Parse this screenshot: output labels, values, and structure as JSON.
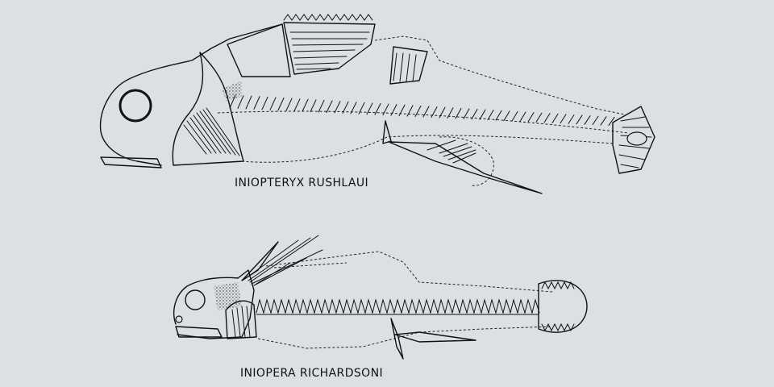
{
  "figure": {
    "species": [
      {
        "id": "upper",
        "label": "INIOPTERYX RUSHLAUI"
      },
      {
        "id": "lower",
        "label": "INIOPERA RICHARDSONI"
      }
    ],
    "colors": {
      "background": "#dde0e3",
      "ink": "#111111"
    }
  }
}
